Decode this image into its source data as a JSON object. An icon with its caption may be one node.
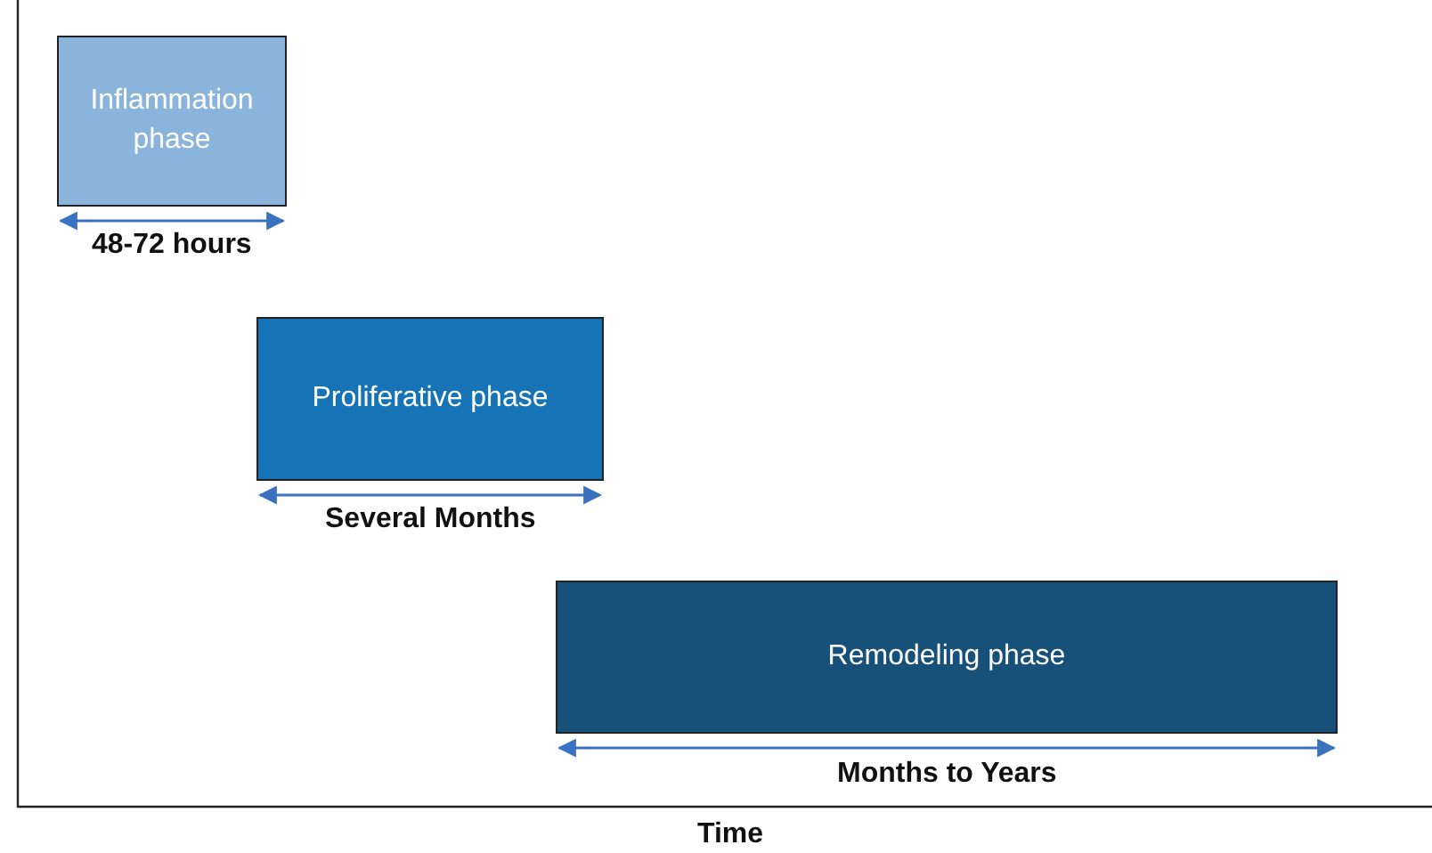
{
  "diagram": {
    "nodes": [
      {
        "text": [
          "Inflammation phase"
        ],
        "beside": [
          "48-72 hours"
        ]
      },
      {
        "text": [
          "Proliferative phase"
        ],
        "beside": [
          "Several Months"
        ]
      },
      {
        "text": [
          "Remodeling phase"
        ],
        "beside": [
          "Months to Years"
        ]
      }
    ],
    "edges": [],
    "labels": [
      "Time"
    ]
  }
}
